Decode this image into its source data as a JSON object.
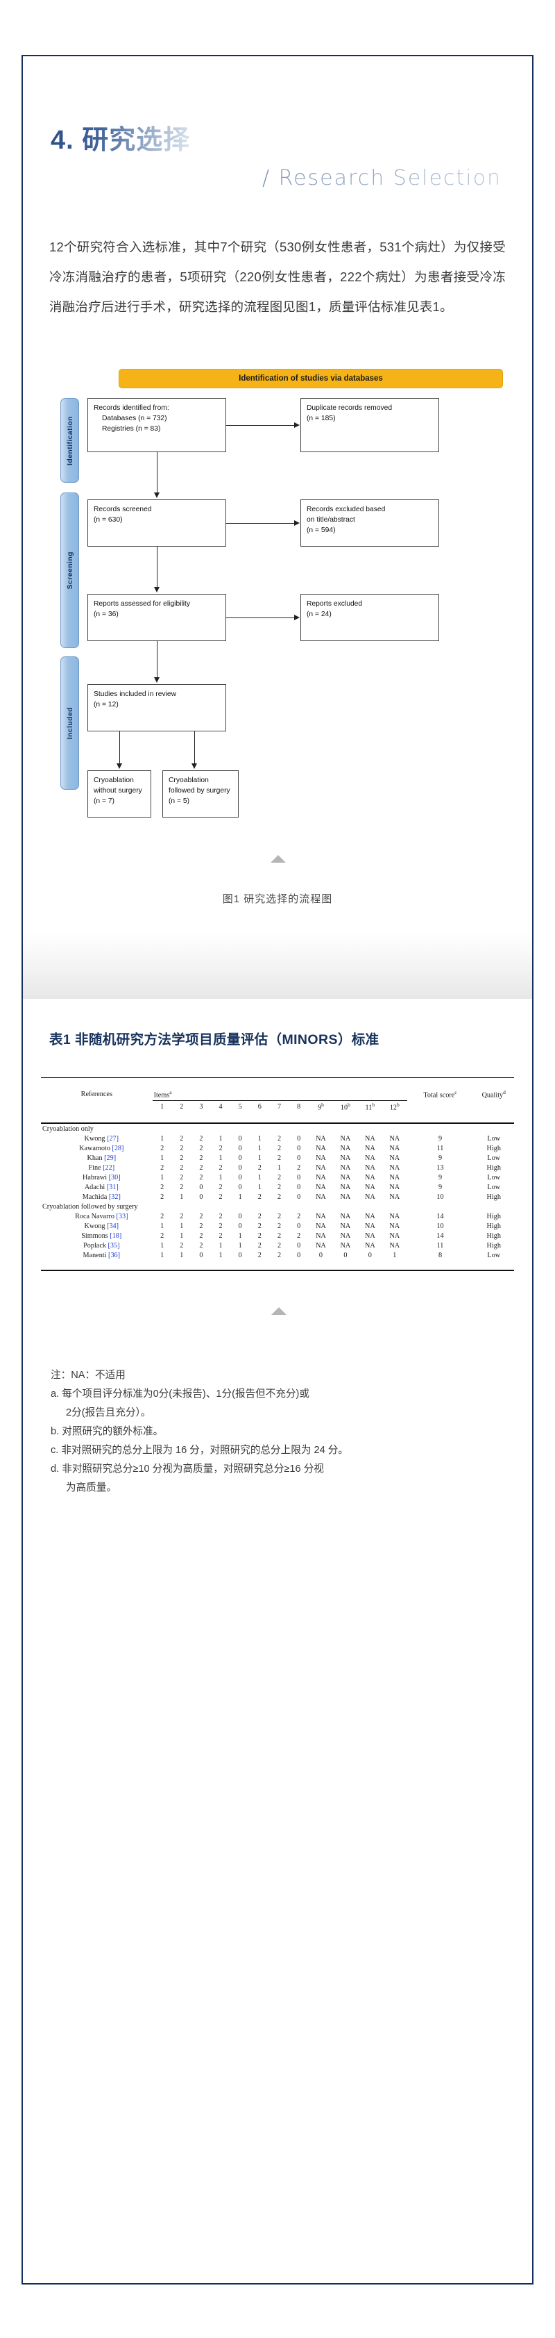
{
  "section": {
    "title_cn": "4. 研究选择",
    "title_en": "/ Research Selection"
  },
  "body": {
    "paragraph": "12个研究符合入选标准，其中7个研究（530例女性患者，531个病灶）为仅接受冷冻消融治疗的患者，5项研究（220例女性患者，222个病灶）为患者接受冷冻消融治疗后进行手术，研究选择的流程图见图1，质量评估标准见表1。"
  },
  "flowchart": {
    "banner": "Identification of studies via databases",
    "stages": [
      {
        "label": "Identification"
      },
      {
        "label": "Screening"
      },
      {
        "label": "Included"
      }
    ],
    "boxes": {
      "identified_title": "Records identified from:",
      "identified_line1": "Databases (n = 732)",
      "identified_line2": "Registries (n = 83)",
      "duplicates_line1": "Duplicate records removed",
      "duplicates_line2": "(n = 185)",
      "screened_line1": "Records screened",
      "screened_line2": "(n = 630)",
      "excluded_title_line1": "Records excluded based",
      "excluded_title_line2": "on title/abstract",
      "excluded_title_line3": "(n = 594)",
      "eligibility_line1": "Reports assessed for eligibility",
      "eligibility_line2": "(n = 36)",
      "reports_excluded_line1": "Reports excluded",
      "reports_excluded_line2": "(n = 24)",
      "included_line1": "Studies included in review",
      "included_line2": "(n = 12)",
      "cryo_only_line1": "Cryoablation",
      "cryo_only_line2": "without surgery",
      "cryo_only_line3": "(n = 7)",
      "cryo_surg_line1": "Cryoablation",
      "cryo_surg_line2": "followed by surgery",
      "cryo_surg_line3": "(n = 5)"
    },
    "caption": "图1 研究选择的流程图",
    "accent_yellow": "#f5b318",
    "accent_blue": "#8cb6e0"
  },
  "table": {
    "title": "表1 非随机研究方法学项目质量评估（MINORS）标准",
    "headers": {
      "references": "References",
      "items": "Items",
      "items_sup": "a",
      "total_score": "Total score",
      "total_sup": "c",
      "quality": "Quality",
      "quality_sup": "d"
    },
    "item_columns": [
      "1",
      "2",
      "3",
      "4",
      "5",
      "6",
      "7",
      "8",
      "9",
      "10",
      "11",
      "12"
    ],
    "item_columns_sup": [
      "",
      "",
      "",
      "",
      "",
      "",
      "",
      "",
      "b",
      "b",
      "b",
      "b"
    ],
    "groups": [
      {
        "label": "Cryoablation only",
        "rows": [
          {
            "ref": "Kwong",
            "cite": "[27]",
            "items": [
              "1",
              "2",
              "2",
              "1",
              "0",
              "1",
              "2",
              "0",
              "NA",
              "NA",
              "NA",
              "NA"
            ],
            "total": "9",
            "quality": "Low"
          },
          {
            "ref": "Kawamoto",
            "cite": "[28]",
            "items": [
              "2",
              "2",
              "2",
              "2",
              "0",
              "1",
              "2",
              "0",
              "NA",
              "NA",
              "NA",
              "NA"
            ],
            "total": "11",
            "quality": "High"
          },
          {
            "ref": "Khan",
            "cite": "[29]",
            "items": [
              "1",
              "2",
              "2",
              "1",
              "0",
              "1",
              "2",
              "0",
              "NA",
              "NA",
              "NA",
              "NA"
            ],
            "total": "9",
            "quality": "Low"
          },
          {
            "ref": "Fine",
            "cite": "[22]",
            "items": [
              "2",
              "2",
              "2",
              "2",
              "0",
              "2",
              "1",
              "2",
              "NA",
              "NA",
              "NA",
              "NA"
            ],
            "total": "13",
            "quality": "High"
          },
          {
            "ref": "Habrawi",
            "cite": "[30]",
            "items": [
              "1",
              "2",
              "2",
              "1",
              "0",
              "1",
              "2",
              "0",
              "NA",
              "NA",
              "NA",
              "NA"
            ],
            "total": "9",
            "quality": "Low"
          },
          {
            "ref": "Adachi",
            "cite": "[31]",
            "items": [
              "2",
              "2",
              "0",
              "2",
              "0",
              "1",
              "2",
              "0",
              "NA",
              "NA",
              "NA",
              "NA"
            ],
            "total": "9",
            "quality": "Low"
          },
          {
            "ref": "Machida",
            "cite": "[32]",
            "items": [
              "2",
              "1",
              "0",
              "2",
              "1",
              "2",
              "2",
              "0",
              "NA",
              "NA",
              "NA",
              "NA"
            ],
            "total": "10",
            "quality": "High"
          }
        ]
      },
      {
        "label": "Cryoablation followed by surgery",
        "rows": [
          {
            "ref": "Roca Navarro",
            "cite": "[33]",
            "items": [
              "2",
              "2",
              "2",
              "2",
              "0",
              "2",
              "2",
              "2",
              "NA",
              "NA",
              "NA",
              "NA"
            ],
            "total": "14",
            "quality": "High"
          },
          {
            "ref": "Kwong",
            "cite": "[34]",
            "items": [
              "1",
              "1",
              "2",
              "2",
              "0",
              "2",
              "2",
              "0",
              "NA",
              "NA",
              "NA",
              "NA"
            ],
            "total": "10",
            "quality": "High"
          },
          {
            "ref": "Simmons",
            "cite": "[18]",
            "items": [
              "2",
              "1",
              "2",
              "2",
              "1",
              "2",
              "2",
              "2",
              "NA",
              "NA",
              "NA",
              "NA"
            ],
            "total": "14",
            "quality": "High"
          },
          {
            "ref": "Poplack",
            "cite": "[35]",
            "items": [
              "1",
              "2",
              "2",
              "1",
              "1",
              "2",
              "2",
              "0",
              "NA",
              "NA",
              "NA",
              "NA"
            ],
            "total": "11",
            "quality": "High"
          },
          {
            "ref": "Manenti",
            "cite": "[36]",
            "items": [
              "1",
              "1",
              "0",
              "1",
              "0",
              "2",
              "2",
              "0",
              "0",
              "0",
              "0",
              "1"
            ],
            "total": "8",
            "quality": "Low"
          }
        ]
      }
    ]
  },
  "notes": {
    "line_na": "注：NA：不适用",
    "line_a": "a. 每个项目评分标准为0分(未报告)、1分(报告但不充分)或",
    "line_a_cont": "2分(报告且充分）。",
    "line_b": "b. 对照研究的额外标准。",
    "line_c": "c. 非对照研究的总分上限为 16 分，对照研究的总分上限为 24 分。",
    "line_d": "d. 非对照研究总分≥10 分视为高质量，对照研究总分≥16 分视",
    "line_d_cont": "为高质量。"
  }
}
